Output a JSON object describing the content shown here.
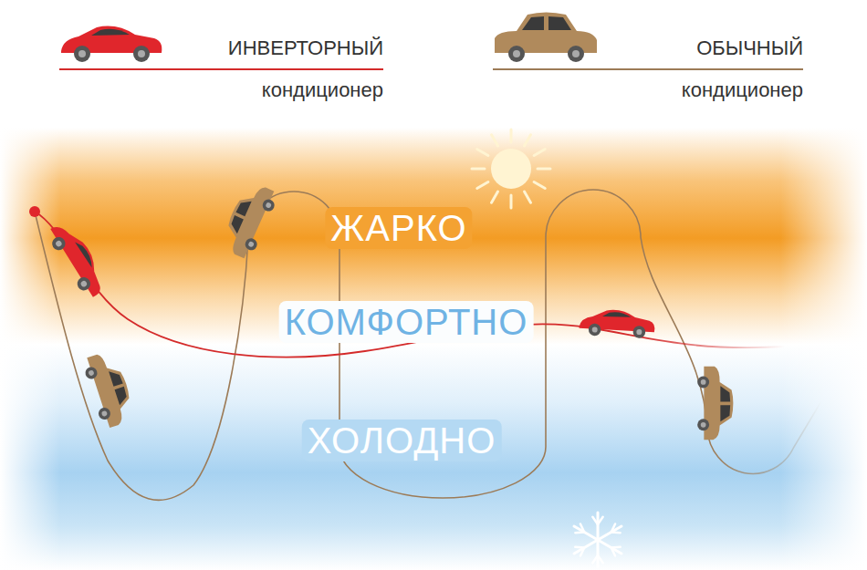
{
  "diagram": {
    "labels": [
      "ЖАРКО",
      "КОМФОРТНО",
      "ХОЛОДНО"
    ],
    "legend": [
      {
        "text": "ИНВЕРТОРНЫЙ кондиционер"
      },
      {
        "text": "ОБЫЧНЫЙ кондиционер"
      }
    ]
  }
}
